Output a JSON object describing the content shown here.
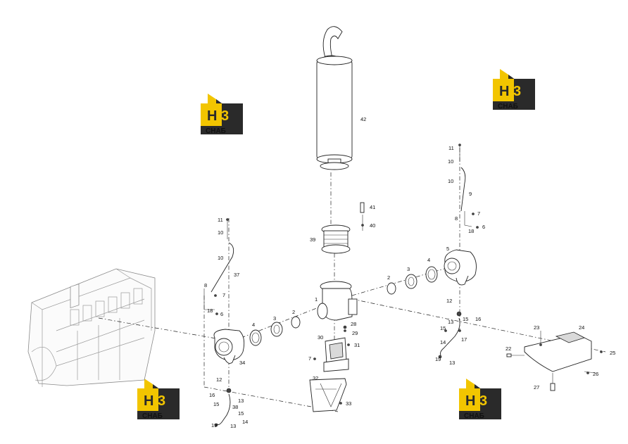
{
  "diagram": {
    "logo": {
      "mark": "H3",
      "word": "СНАБ",
      "yellow": "#f2c500",
      "black": "#2a2a2a"
    },
    "callouts": {
      "c42": "42",
      "c41": "41",
      "c40": "40",
      "c39": "39",
      "c1": "1",
      "c2a": "2",
      "c3a": "3",
      "c4a": "4",
      "c5": "5",
      "c2b": "2",
      "c3b": "3",
      "c4b": "4",
      "c28": "28",
      "c29": "29",
      "c30": "30",
      "c31": "31",
      "c7c": "7",
      "c32": "32",
      "c33": "33",
      "c34": "34",
      "r11": "11",
      "r10a": "10",
      "r10b": "10",
      "r9": "9",
      "r7": "7",
      "r8": "8",
      "r6": "6",
      "r18": "18",
      "r12": "12",
      "r13a": "13",
      "r15": "15",
      "r16": "16",
      "r14": "14",
      "r17": "17",
      "r19": "19",
      "r13b": "13",
      "l11": "11",
      "l10a": "10",
      "l10b": "10",
      "l37": "37",
      "l8": "8",
      "l7": "7",
      "l6": "6",
      "l18": "18",
      "l12": "12",
      "l16": "16",
      "l15a": "15",
      "l13": "13",
      "l38": "38",
      "l15b": "15",
      "l14": "14",
      "l19": "19",
      "l13b": "13",
      "c23": "23",
      "c24": "24",
      "c25": "25",
      "c22": "22",
      "c26": "26",
      "c27": "27"
    }
  }
}
